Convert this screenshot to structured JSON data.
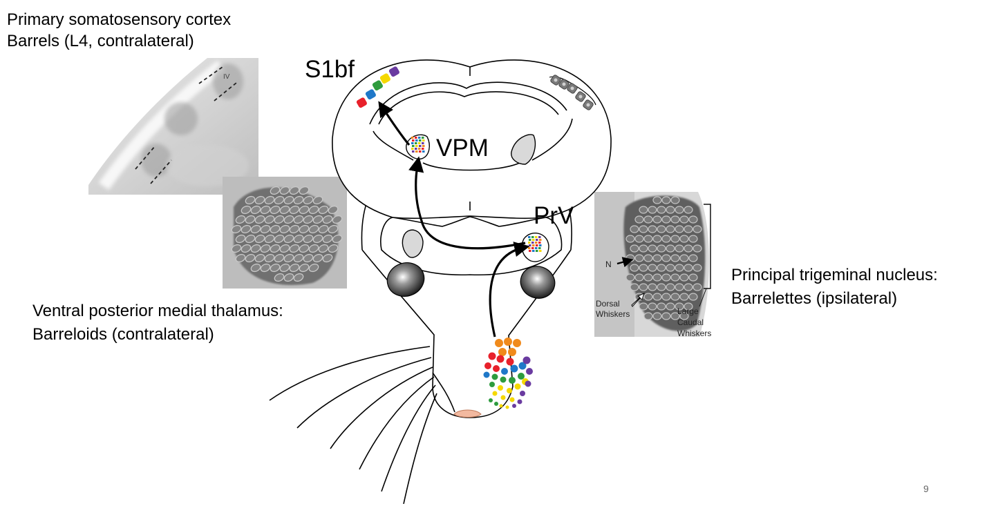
{
  "captions": {
    "cortex_line1": "Primary somatosensory cortex",
    "cortex_line2": "Barrels (L4, contralateral)",
    "thalamus_line1": "Ventral posterior medial thalamus:",
    "thalamus_line2": "Barreloids (contralateral)",
    "trigeminal_line1": "Principal trigeminal nucleus:",
    "trigeminal_line2": "Barrelettes (ipsilateral)"
  },
  "labels": {
    "s1bf": "S1bf",
    "vpm": "VPM",
    "prv": "PrV",
    "layer_iv": "IV",
    "n_marker": "N",
    "dorsal_1": "Dorsal",
    "dorsal_2": "Whiskers",
    "large_1": "Large",
    "large_2": "Caudal",
    "large_3": "Whiskers"
  },
  "slide_number": "9",
  "colors": {
    "whisker_rows": [
      "#e8212b",
      "#1f78c8",
      "#2e9b3e",
      "#f5d800",
      "#6a3ba0"
    ],
    "orange": "#f08a1c",
    "nose": "#f2b9a0",
    "outline": "#000000",
    "structure_fill": "#dcdcdc",
    "eye_dark": "#3a3a3a"
  }
}
